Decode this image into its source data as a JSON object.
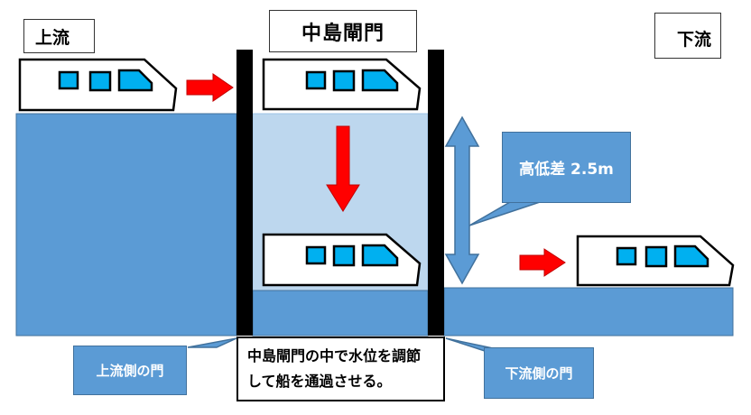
{
  "labels": {
    "upstream": "上流",
    "lock_name": "中島閘門",
    "downstream": "下流",
    "height_diff": "高低差 2.5m",
    "upstream_gate": "上流側の門",
    "downstream_gate": "下流側の門",
    "explanation": "中島閘門の中で水位を調節して船を通過させる。"
  },
  "colors": {
    "water": "#5b9bd5",
    "lock_water": "#bdd7ee",
    "gate": "#000000",
    "arrow": "#ff0000",
    "window": "#00b0f0",
    "callout": "#5b9bd5"
  }
}
